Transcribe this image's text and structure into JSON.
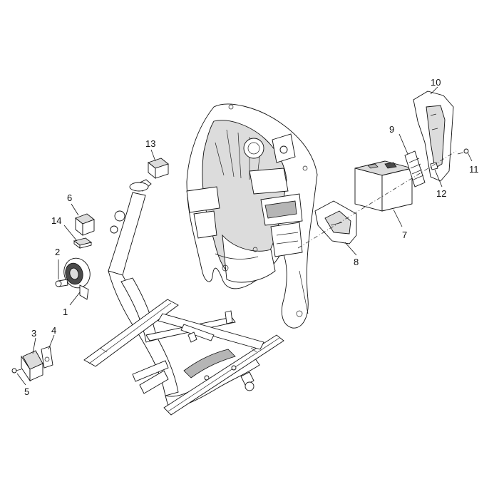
{
  "callouts": [
    {
      "id": "1",
      "text": "1"
    },
    {
      "id": "2",
      "text": "2"
    },
    {
      "id": "3",
      "text": "3"
    },
    {
      "id": "4",
      "text": "4"
    },
    {
      "id": "5",
      "text": "5"
    },
    {
      "id": "6",
      "text": "6"
    },
    {
      "id": "7",
      "text": "7"
    },
    {
      "id": "8",
      "text": "8"
    },
    {
      "id": "9",
      "text": "9"
    },
    {
      "id": "10",
      "text": "10"
    },
    {
      "id": "11",
      "text": "11"
    },
    {
      "id": "12",
      "text": "12"
    },
    {
      "id": "13",
      "text": "13"
    },
    {
      "id": "14",
      "text": "14"
    }
  ],
  "colors": {
    "background": "#ffffff",
    "line": "#111111",
    "part_fill": "#dcdcdc",
    "part_shade": "#b5b5b5"
  }
}
